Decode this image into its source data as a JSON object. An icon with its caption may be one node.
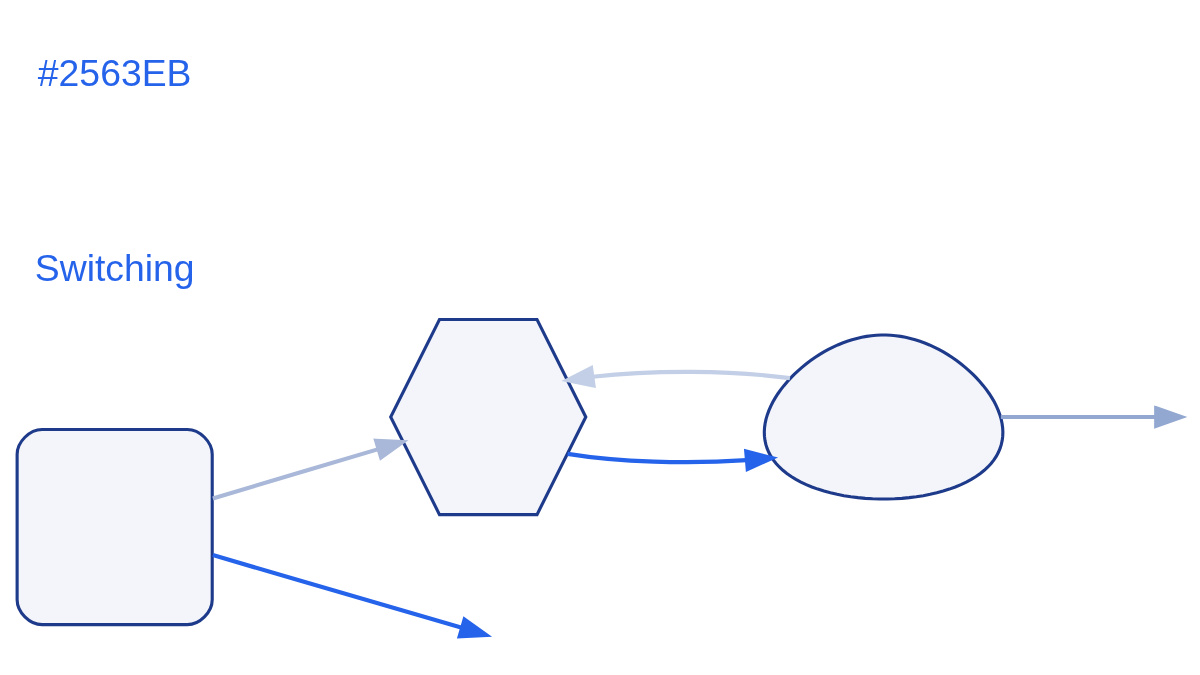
{
  "diagram": {
    "nodes": [
      {
        "text": [],
        "shape": "box"
      },
      {
        "text": [],
        "shape": "hexagon"
      },
      {
        "text": [],
        "shape": "cloud"
      }
    ],
    "edges": [
      {
        "from": 0,
        "to": 1,
        "arrow": "to",
        "color": "#a9b8d8"
      },
      {
        "from": 0,
        "to": null,
        "arrow": "to",
        "color": "#2563eb"
      },
      {
        "from": 1,
        "to": 2,
        "arrow": "to",
        "color": "#2563eb"
      },
      {
        "from": 2,
        "to": 1,
        "arrow": "to",
        "color": "#c3cfe6"
      },
      {
        "from": 2,
        "to": null,
        "arrow": "to",
        "color": "#93a8d0"
      }
    ],
    "labels": [
      "Switching",
      "#2563EB"
    ]
  }
}
